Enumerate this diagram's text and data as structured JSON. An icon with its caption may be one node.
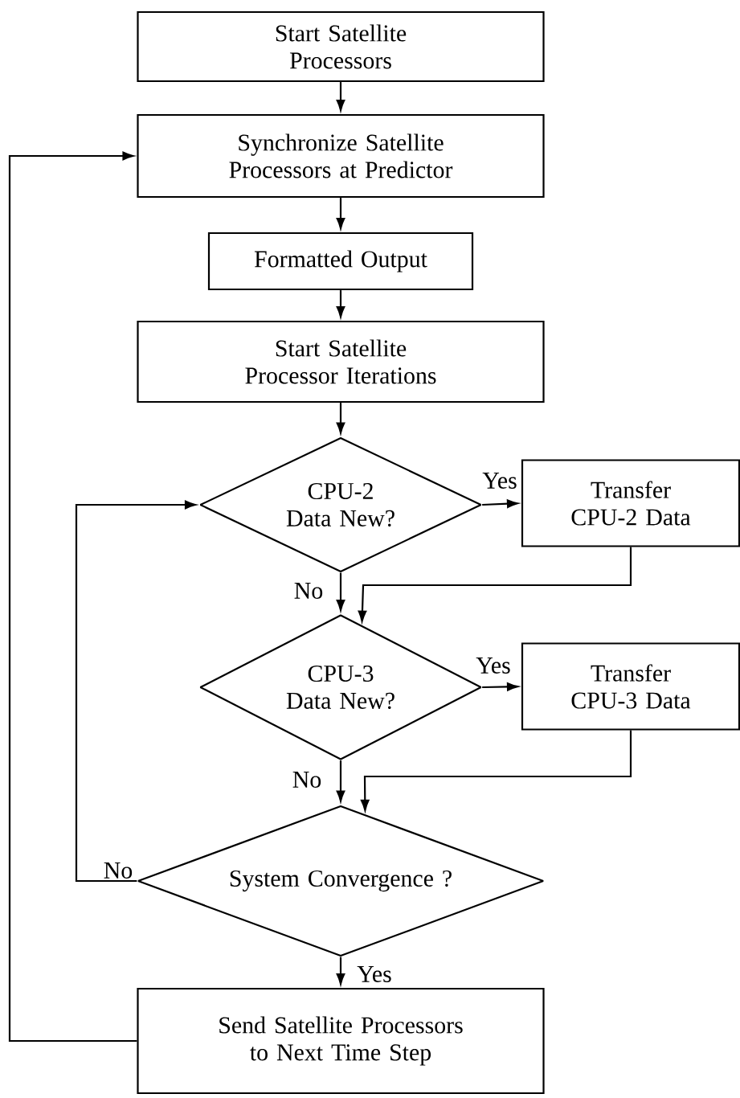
{
  "diagram": {
    "nodes": [
      {
        "text": [
          "Start Satellite Processors"
        ]
      },
      {
        "text": [
          "Synchronize Satellite Processors at Predictor"
        ]
      },
      {
        "text": [
          "Formatted Output"
        ]
      },
      {
        "text": [
          "Start Satellite Processor Iterations"
        ]
      },
      {
        "text": [
          "CPU-2 Data New?"
        ]
      },
      {
        "text": [
          "Transfer CPU-2 Data"
        ]
      },
      {
        "text": [
          "CPU-3 Data New?"
        ]
      },
      {
        "text": [
          "Transfer CPU-3 Data"
        ]
      },
      {
        "text": [
          "System Convergence ?"
        ]
      },
      {
        "text": [
          "Send Satellite Processors to Next Time Step"
        ]
      }
    ],
    "edges": [
      {
        "from": 0,
        "to": 1,
        "arrow": "to"
      },
      {
        "from": 1,
        "to": 2,
        "arrow": "to"
      },
      {
        "from": 2,
        "to": 3,
        "arrow": "to"
      },
      {
        "from": 3,
        "to": 4,
        "arrow": "to"
      },
      {
        "from": 4,
        "to": 5,
        "arrow": "to",
        "label": "Yes"
      },
      {
        "from": 4,
        "to": 6,
        "arrow": "to",
        "label": "No"
      },
      {
        "from": 5,
        "to": 6,
        "arrow": "to"
      },
      {
        "from": 6,
        "to": 7,
        "arrow": "to",
        "label": "Yes"
      },
      {
        "from": 6,
        "to": 8,
        "arrow": "to",
        "label": "No"
      },
      {
        "from": 7,
        "to": 8,
        "arrow": "to"
      },
      {
        "from": 8,
        "to": 4,
        "arrow": "to",
        "label": "No"
      },
      {
        "from": 8,
        "to": 9,
        "arrow": "to",
        "label": "Yes"
      },
      {
        "from": 9,
        "to": 1,
        "arrow": "to"
      }
    ]
  }
}
